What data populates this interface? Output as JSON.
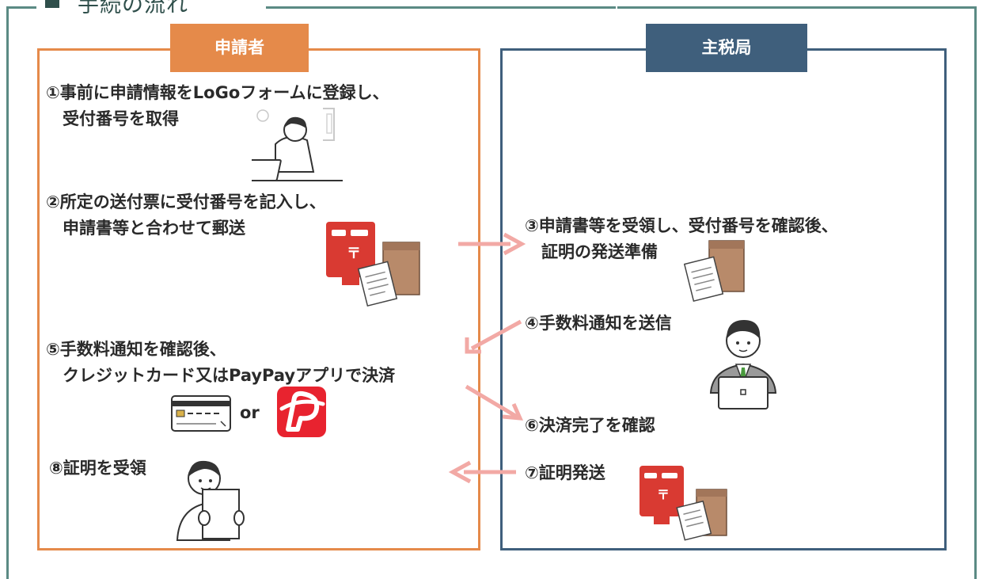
{
  "section": {
    "title": "手続の流れ"
  },
  "panels": {
    "applicant": {
      "label": "申請者"
    },
    "tax_office": {
      "label": "主税局"
    }
  },
  "steps": {
    "s1": {
      "line1": "①事前に申請情報をLoGoフォームに登録し、",
      "line2": "　受付番号を取得"
    },
    "s2": {
      "line1": "②所定の送付票に受付番号を記入し、",
      "line2": "　申請書等と合わせて郵送"
    },
    "s3": {
      "line1": "③申請書等を受領し、受付番号を確認後、",
      "line2": "　証明の発送準備"
    },
    "s4": {
      "line1": "④手数料通知を送信"
    },
    "s5": {
      "line1": "⑤手数料通知を確認後、",
      "line2": "　クレジットカード又はPayPayアプリで決済"
    },
    "s6": {
      "line1": "⑥決済完了を確認"
    },
    "s7": {
      "line1": "⑦証明発送"
    },
    "s8": {
      "line1": "⑧証明を受領"
    }
  },
  "payment": {
    "or": "or"
  },
  "colors": {
    "applicant_accent": "#e58a4a",
    "tax_office_accent": "#3f5f7c",
    "frame": "#5b8a84",
    "arrow": "#f2a9a5",
    "mailbox_red": "#d93a32",
    "paypay_red": "#e8232f",
    "package_brown": "#b88a6a"
  },
  "icons": [
    "person-laptop-icon",
    "mailbox-icon",
    "package-icon",
    "document-icon",
    "credit-card-icon",
    "paypay-logo-icon",
    "officer-laptop-icon",
    "person-document-icon",
    "arrow-icon"
  ]
}
